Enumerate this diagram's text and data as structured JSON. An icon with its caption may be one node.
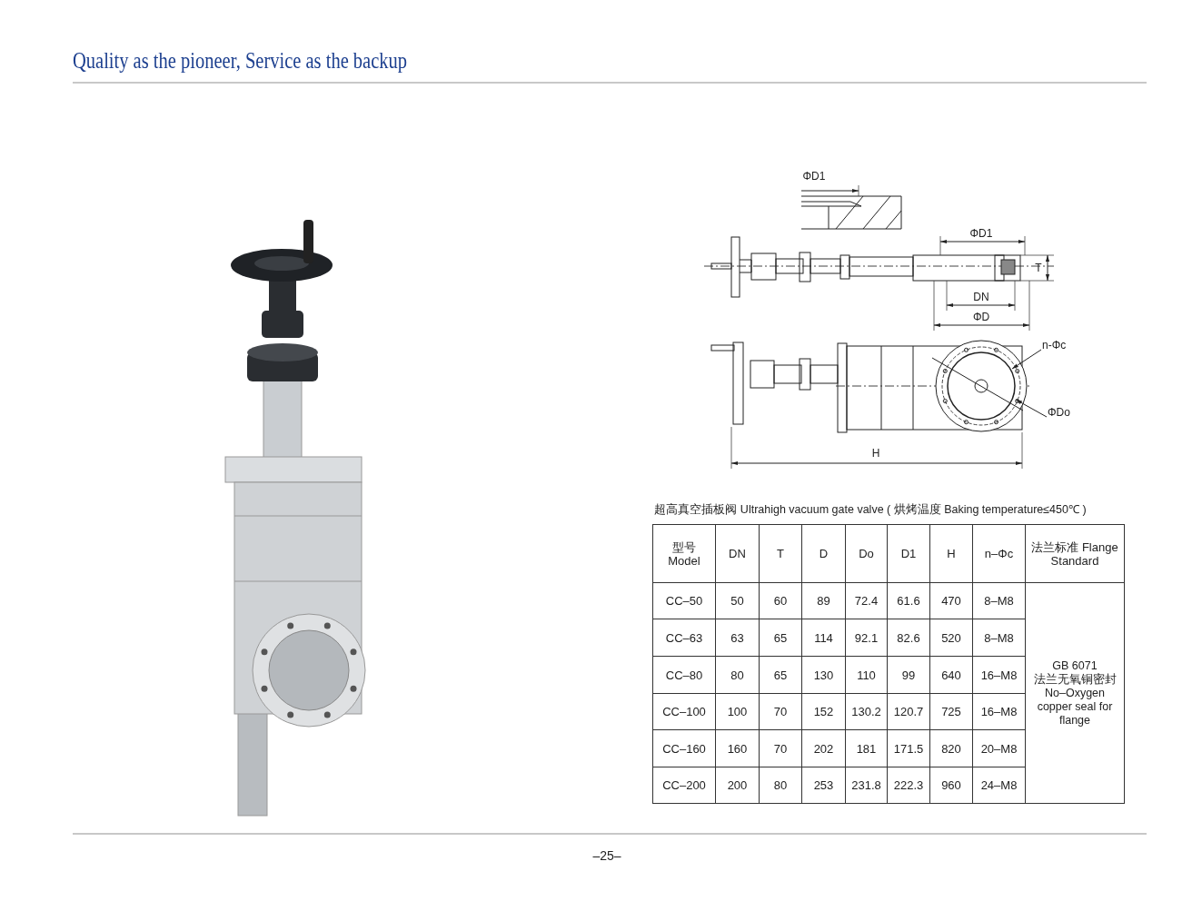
{
  "diagram": {
    "title": "Quality as the pioneer,  Service as the backup",
    "nodes": [
      {
        "text": [
          "n-Φc"
        ]
      },
      {
        "text": [
          "ΦDo"
        ]
      }
    ],
    "edges": [
      {
        "from": 0,
        "to": null,
        "arrow": "to"
      },
      {
        "from": 1,
        "to": null,
        "arrow": "to"
      }
    ],
    "labels": [
      "ΦD1",
      "ΦD1",
      "T",
      "DN",
      "ΦD",
      "H",
      "超高真空插板阀  Ultrahigh vacuum gate valve ( 烘烤温度 Baking temperature≤450℃ )",
      "型号 Model",
      "DN",
      "T",
      "D",
      "Do",
      "D1",
      "H",
      "n–Φc",
      "法兰标准 Flange Standard",
      "CC–50",
      "50",
      "60",
      "89",
      "72.4",
      "61.6",
      "470",
      "8–M8",
      "GB 6071 法兰无氧铜密封 No–Oxygen copper seal for flange",
      "CC–63",
      "63",
      "65",
      "114",
      "92.1",
      "82.6",
      "520",
      "8–M8",
      "CC–80",
      "80",
      "65",
      "130",
      "110",
      "99",
      "640",
      "16–M8",
      "CC–100",
      "100",
      "70",
      "152",
      "130.2",
      "120.7",
      "725",
      "16–M8",
      "CC–160",
      "160",
      "70",
      "202",
      "181",
      "171.5",
      "820",
      "20–M8",
      "CC–200",
      "200",
      "80",
      "253",
      "231.8",
      "222.3",
      "960",
      "24–M8",
      "–25–"
    ]
  }
}
